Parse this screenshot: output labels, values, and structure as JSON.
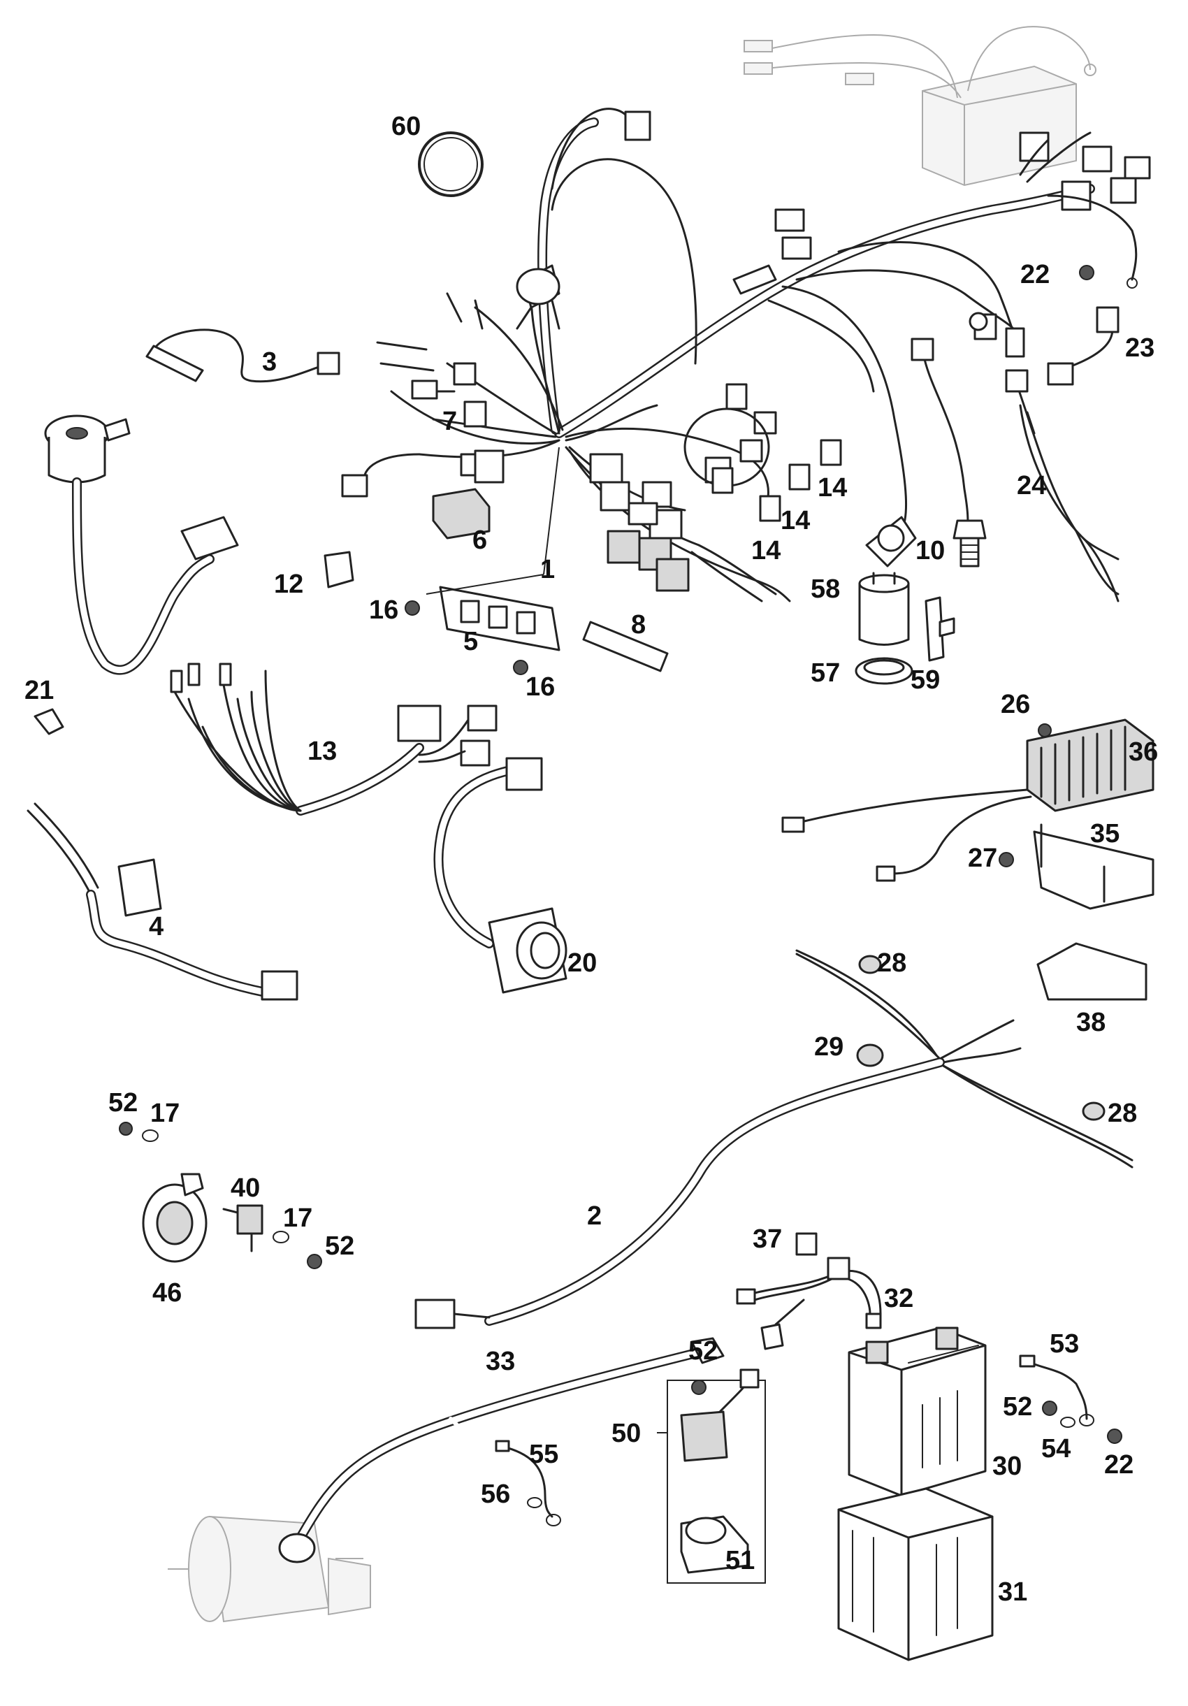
{
  "callouts": [
    {
      "id": "60",
      "text": "60"
    },
    {
      "id": "3",
      "text": "3"
    },
    {
      "id": "7",
      "text": "7"
    },
    {
      "id": "6",
      "text": "6"
    },
    {
      "id": "1",
      "text": "1"
    },
    {
      "id": "12",
      "text": "12"
    },
    {
      "id": "16a",
      "text": "16"
    },
    {
      "id": "5",
      "text": "5"
    },
    {
      "id": "16b",
      "text": "16"
    },
    {
      "id": "8",
      "text": "8"
    },
    {
      "id": "14a",
      "text": "14"
    },
    {
      "id": "14b",
      "text": "14"
    },
    {
      "id": "14c",
      "text": "14"
    },
    {
      "id": "10",
      "text": "10"
    },
    {
      "id": "58",
      "text": "58"
    },
    {
      "id": "57",
      "text": "57"
    },
    {
      "id": "59",
      "text": "59"
    },
    {
      "id": "22a",
      "text": "22"
    },
    {
      "id": "23",
      "text": "23"
    },
    {
      "id": "24",
      "text": "24"
    },
    {
      "id": "21",
      "text": "21"
    },
    {
      "id": "13",
      "text": "13"
    },
    {
      "id": "26",
      "text": "26"
    },
    {
      "id": "36",
      "text": "36"
    },
    {
      "id": "35",
      "text": "35"
    },
    {
      "id": "27",
      "text": "27"
    },
    {
      "id": "4",
      "text": "4"
    },
    {
      "id": "20",
      "text": "20"
    },
    {
      "id": "28a",
      "text": "28"
    },
    {
      "id": "38",
      "text": "38"
    },
    {
      "id": "29",
      "text": "29"
    },
    {
      "id": "28b",
      "text": "28"
    },
    {
      "id": "52a",
      "text": "52"
    },
    {
      "id": "17a",
      "text": "17"
    },
    {
      "id": "40",
      "text": "40"
    },
    {
      "id": "17b",
      "text": "17"
    },
    {
      "id": "52b",
      "text": "52"
    },
    {
      "id": "46",
      "text": "46"
    },
    {
      "id": "2",
      "text": "2"
    },
    {
      "id": "37",
      "text": "37"
    },
    {
      "id": "32",
      "text": "32"
    },
    {
      "id": "33",
      "text": "33"
    },
    {
      "id": "52c",
      "text": "52"
    },
    {
      "id": "53",
      "text": "53"
    },
    {
      "id": "50",
      "text": "50"
    },
    {
      "id": "52d",
      "text": "52"
    },
    {
      "id": "54",
      "text": "54"
    },
    {
      "id": "22b",
      "text": "22"
    },
    {
      "id": "55",
      "text": "55"
    },
    {
      "id": "56",
      "text": "56"
    },
    {
      "id": "30",
      "text": "30"
    },
    {
      "id": "51",
      "text": "51"
    },
    {
      "id": "31",
      "text": "31"
    }
  ]
}
